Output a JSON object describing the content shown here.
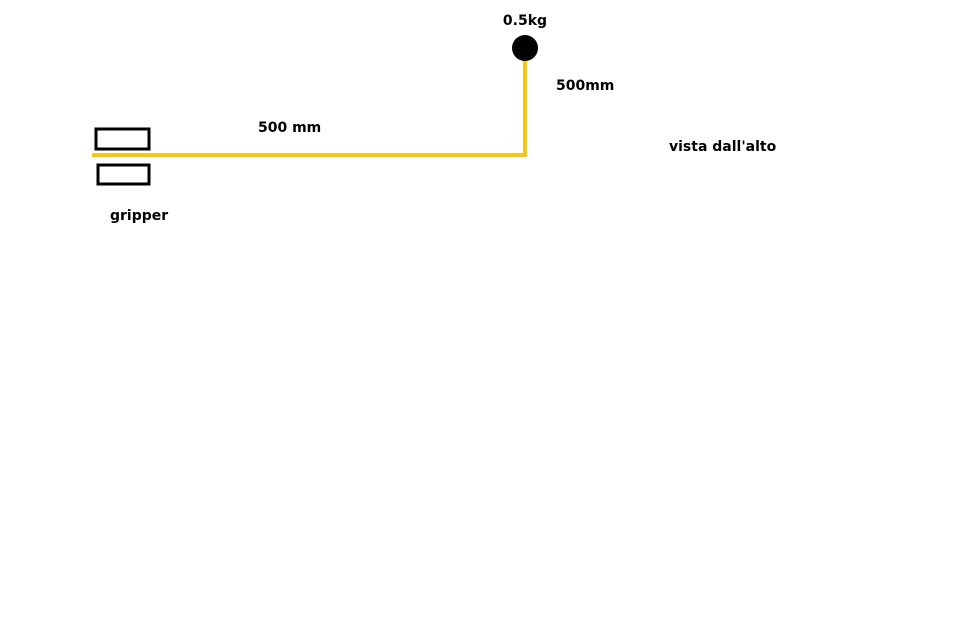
{
  "labels": {
    "mass": "0.5kg",
    "vertical_length": "500mm",
    "horizontal_length": "500 mm",
    "view": "vista dall'alto",
    "gripper": "gripper"
  },
  "colors": {
    "arm": "#f5c518",
    "outline": "#000000",
    "mass": "#000000",
    "background": "#ffffff"
  }
}
